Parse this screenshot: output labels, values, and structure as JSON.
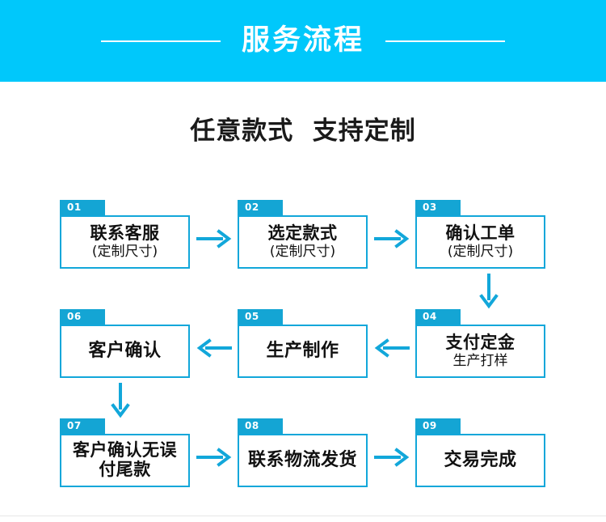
{
  "header": {
    "title": "服务流程",
    "banner_color": "#00c8fb",
    "rule_color": "#ffffff"
  },
  "subtitle": {
    "text": "任意款式  支持定制",
    "color": "#1a1a1a"
  },
  "theme": {
    "tab_color": "#14a5d4",
    "border_color": "#12a7da",
    "arrow_color": "#12a7da",
    "text_color": "#111111"
  },
  "flow": {
    "nodes": [
      {
        "number": "01",
        "line1": "联系客服",
        "line2": "(定制尺寸)"
      },
      {
        "number": "02",
        "line1": "选定款式",
        "line2": "(定制尺寸)"
      },
      {
        "number": "03",
        "line1": "确认工单",
        "line2": "(定制尺寸)"
      },
      {
        "number": "04",
        "line1": "支付定金",
        "line2": "生产打样"
      },
      {
        "number": "05",
        "line1": "生产制作",
        "line2": ""
      },
      {
        "number": "06",
        "line1": "客户确认",
        "line2": ""
      },
      {
        "number": "07",
        "line1": "客户确认无误付尾款",
        "line2": ""
      },
      {
        "number": "08",
        "line1": "联系物流发货",
        "line2": ""
      },
      {
        "number": "09",
        "line1": "交易完成",
        "line2": ""
      }
    ],
    "connectors": [
      {
        "name": "arrow-01-to-02",
        "direction": "right"
      },
      {
        "name": "arrow-02-to-03",
        "direction": "right"
      },
      {
        "name": "arrow-03-to-04",
        "direction": "down"
      },
      {
        "name": "arrow-04-to-05",
        "direction": "left"
      },
      {
        "name": "arrow-05-to-06",
        "direction": "left"
      },
      {
        "name": "arrow-06-to-07",
        "direction": "down"
      },
      {
        "name": "arrow-07-to-08",
        "direction": "right"
      },
      {
        "name": "arrow-08-to-09",
        "direction": "right"
      }
    ]
  }
}
